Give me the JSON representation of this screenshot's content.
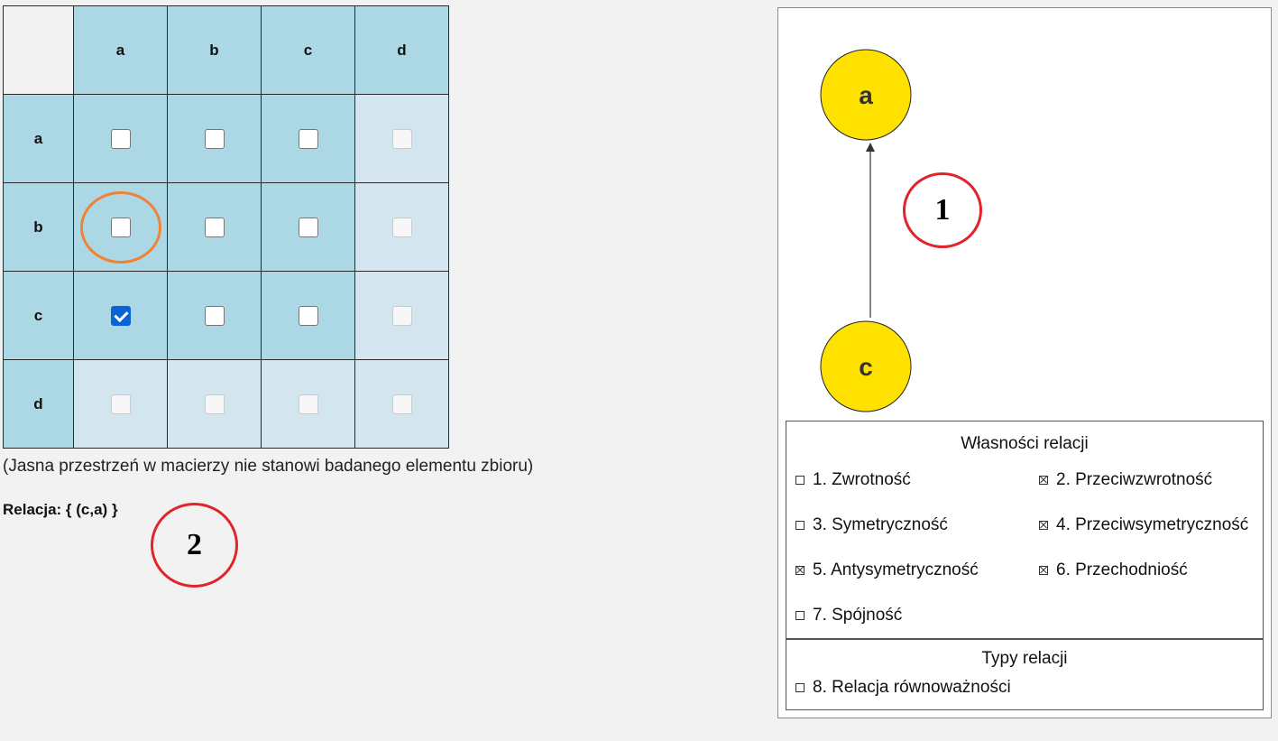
{
  "matrix": {
    "column_headers": [
      "a",
      "b",
      "c",
      "d"
    ],
    "rows": [
      {
        "label": "a",
        "cells": [
          {
            "checked": false,
            "disabled": false
          },
          {
            "checked": false,
            "disabled": false
          },
          {
            "checked": false,
            "disabled": false
          },
          {
            "checked": false,
            "disabled": true
          }
        ]
      },
      {
        "label": "b",
        "cells": [
          {
            "checked": false,
            "disabled": false
          },
          {
            "checked": false,
            "disabled": false
          },
          {
            "checked": false,
            "disabled": false
          },
          {
            "checked": false,
            "disabled": true
          }
        ]
      },
      {
        "label": "c",
        "cells": [
          {
            "checked": true,
            "disabled": false
          },
          {
            "checked": false,
            "disabled": false
          },
          {
            "checked": false,
            "disabled": false
          },
          {
            "checked": false,
            "disabled": true
          }
        ]
      },
      {
        "label": "d",
        "cells": [
          {
            "checked": false,
            "disabled": true
          },
          {
            "checked": false,
            "disabled": true
          },
          {
            "checked": false,
            "disabled": true
          },
          {
            "checked": false,
            "disabled": true
          }
        ]
      }
    ]
  },
  "hint": "(Jasna przestrzeń w macierzy nie stanowi badanego elementu zbioru)",
  "relation": "Relacja: { (c,a) }",
  "annotations": {
    "marker_1": "1",
    "marker_2": "2",
    "orange_color": "#f08235",
    "red_color": "#e0242c"
  },
  "graph": {
    "nodes": [
      {
        "id": "a",
        "label": "a"
      },
      {
        "id": "c",
        "label": "c"
      }
    ],
    "edges": [
      {
        "from": "c",
        "to": "a"
      }
    ],
    "node_color": "#ffe100"
  },
  "properties": {
    "title": "Własności relacji",
    "items": [
      {
        "label": "1. Zwrotność",
        "state": "unchecked"
      },
      {
        "label": "2. Przeciwzwrotność",
        "state": "crossed"
      },
      {
        "label": "3. Symetryczność",
        "state": "unchecked"
      },
      {
        "label": "4. Przeciwsymetryczność",
        "state": "crossed"
      },
      {
        "label": "5. Antysymetryczność",
        "state": "crossed"
      },
      {
        "label": "6. Przechodniość",
        "state": "crossed"
      },
      {
        "label": "7. Spójność",
        "state": "unchecked"
      }
    ],
    "types_title": "Typy relacji",
    "types": [
      {
        "label": "8. Relacja równoważności",
        "state": "unchecked"
      }
    ]
  }
}
